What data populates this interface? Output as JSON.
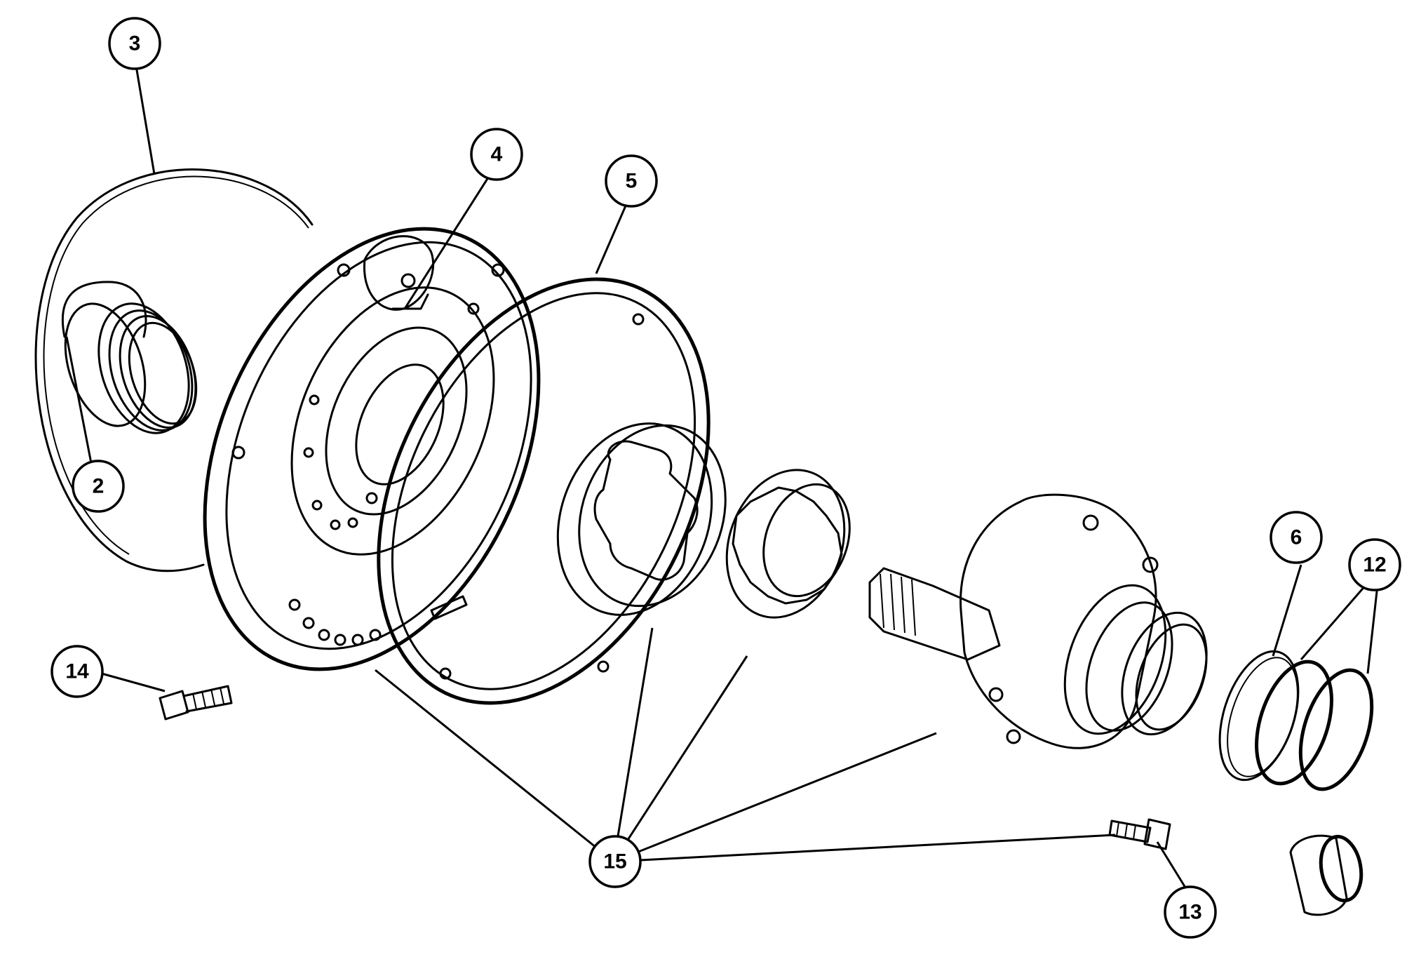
{
  "callouts": {
    "c3": "3",
    "c2": "2",
    "c4": "4",
    "c5": "5",
    "c6": "6",
    "c12": "12",
    "c13": "13",
    "c14": "14",
    "c15": "15"
  },
  "colors": {
    "line": "#000000",
    "background": "#ffffff"
  }
}
